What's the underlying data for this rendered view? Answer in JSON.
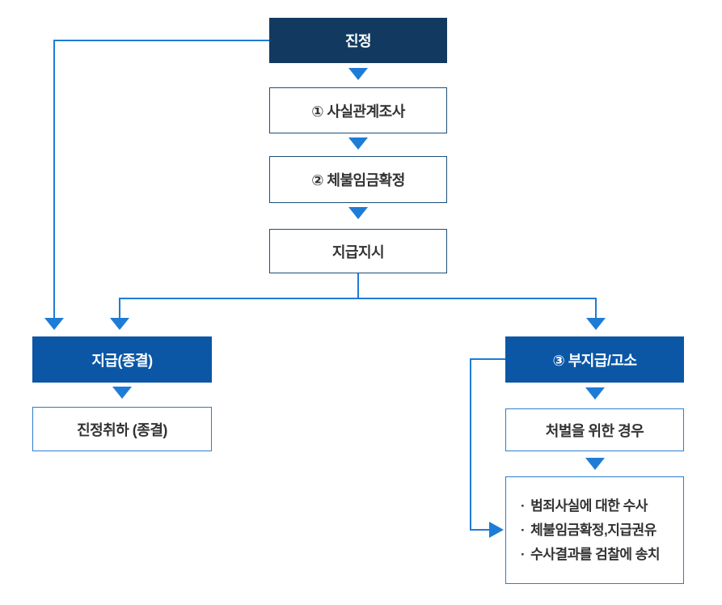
{
  "diagram": {
    "description": "wage-complaint-process-flowchart",
    "colors": {
      "dark_navy_box": "#123A61",
      "royal_blue_box": "#0B57A6",
      "connector_blue": "#1E7CD6",
      "box_border_dark": "#1D4E79",
      "box_border_blue": "#2E7CD0",
      "text_dark": "#333333",
      "text_light": "#ffffff",
      "background": "#ffffff"
    },
    "nodes": {
      "complaint": {
        "label": "진정"
      },
      "fact_investigation": {
        "label": "① 사실관계조사"
      },
      "wage_confirmation": {
        "label": "② 체불임금확정"
      },
      "payment_order": {
        "label": "지급지시"
      },
      "payment_closed": {
        "label": "지급(종결)"
      },
      "complaint_withdrawal": {
        "label": "진정취하 (종결)"
      },
      "nonpayment_accusation": {
        "label": "③ 부지급/고소"
      },
      "punishment_case": {
        "label": "처벌을 위한 경우"
      },
      "investigation_steps": {
        "bullet": "·",
        "items": [
          "범죄사실에 대한 수사",
          "체불임금확정,지급권유",
          "수사결과를 검찰에 송치"
        ]
      }
    }
  }
}
